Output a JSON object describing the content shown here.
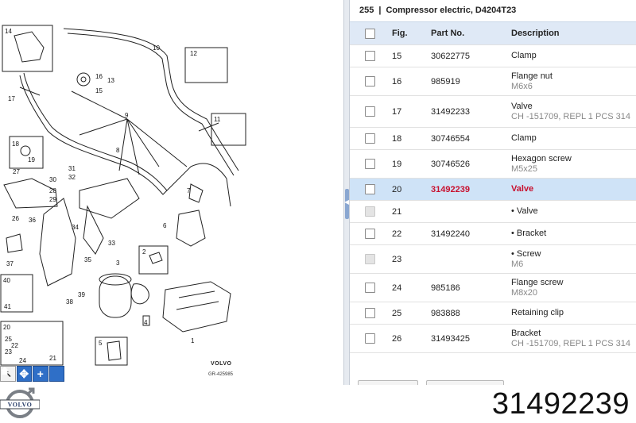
{
  "header": {
    "section_number": "255",
    "separator": "|",
    "title": "Compressor electric, D4204T23"
  },
  "table": {
    "columns": [
      "Fig.",
      "Part No.",
      "Description"
    ],
    "rows": [
      {
        "fig": "15",
        "part_no": "30622775",
        "desc": "Clamp",
        "sub": "",
        "checkbox": "enabled",
        "selected": false
      },
      {
        "fig": "16",
        "part_no": "985919",
        "desc": "Flange nut",
        "sub": "M6x6",
        "checkbox": "enabled",
        "selected": false
      },
      {
        "fig": "17",
        "part_no": "31492233",
        "desc": "Valve",
        "sub": "CH -151709, REPL 1 PCS 314",
        "checkbox": "enabled",
        "selected": false
      },
      {
        "fig": "18",
        "part_no": "30746554",
        "desc": "Clamp",
        "sub": "",
        "checkbox": "enabled",
        "selected": false
      },
      {
        "fig": "19",
        "part_no": "30746526",
        "desc": "Hexagon screw",
        "sub": "M5x25",
        "checkbox": "enabled",
        "selected": false
      },
      {
        "fig": "20",
        "part_no": "31492239",
        "desc": "Valve",
        "sub": "",
        "checkbox": "enabled",
        "selected": true
      },
      {
        "fig": "21",
        "part_no": "",
        "desc": "• Valve",
        "sub": "",
        "checkbox": "disabled",
        "selected": false
      },
      {
        "fig": "22",
        "part_no": "31492240",
        "desc": "• Bracket",
        "sub": "",
        "checkbox": "enabled",
        "selected": false
      },
      {
        "fig": "23",
        "part_no": "",
        "desc": "• Screw",
        "sub": "M6",
        "checkbox": "disabled",
        "selected": false
      },
      {
        "fig": "24",
        "part_no": "985186",
        "desc": "Flange screw",
        "sub": "M8x20",
        "checkbox": "enabled",
        "selected": false
      },
      {
        "fig": "25",
        "part_no": "983888",
        "desc": "Retaining clip",
        "sub": "",
        "checkbox": "enabled",
        "selected": false
      },
      {
        "fig": "26",
        "part_no": "31493425",
        "desc": "Bracket",
        "sub": "CH -151709, REPL 1 PCS 314",
        "checkbox": "enabled",
        "selected": false
      }
    ]
  },
  "diagram": {
    "callouts": [
      "14",
      "10",
      "12",
      "13",
      "16",
      "15",
      "17",
      "9",
      "11",
      "18",
      "19",
      "8",
      "27",
      "31",
      "32",
      "30",
      "28",
      "29",
      "7",
      "26",
      "36",
      "34",
      "6",
      "37",
      "35",
      "33",
      "2",
      "3",
      "4",
      "40",
      "39",
      "41",
      "38",
      "1",
      "5",
      "20",
      "24",
      "21",
      "25",
      "22",
      "23"
    ],
    "brand_text": "VOLVO",
    "brand_subtext": "",
    "reference": "GR-425985"
  },
  "toolbar": {
    "icons": [
      "pointer-arrow-icon",
      "move-icon",
      "zoom-in-icon",
      "home-icon"
    ]
  },
  "footer": {
    "logo_text": "VOLVO",
    "part_number": "31492239"
  },
  "colors": {
    "header_bg": "#dfe9f6",
    "selected_row_bg": "#cfe3f7",
    "selected_text": "#c8102e",
    "toolbar_blue": "#2f6fc7"
  }
}
